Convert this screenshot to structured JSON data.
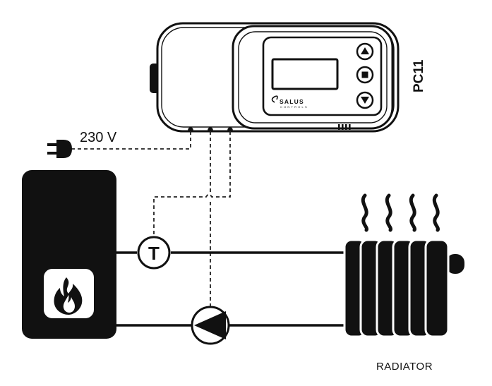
{
  "labels": {
    "voltage": "230 V",
    "model": "PC11",
    "radiator": "RADIATOR",
    "brand": "SALUS",
    "brand_sub": "CONTROLS",
    "sensor_letter": "T"
  },
  "icons": {
    "plug": "power-plug-icon",
    "flame": "flame-icon",
    "pump": "pump-icon",
    "sensor": "temperature-sensor-icon",
    "heat": "heat-wave-icon",
    "up": "arrow-up-icon",
    "stop": "square-stop-icon",
    "down": "arrow-down-icon"
  },
  "colors": {
    "line": "#111111",
    "background": "#ffffff"
  }
}
